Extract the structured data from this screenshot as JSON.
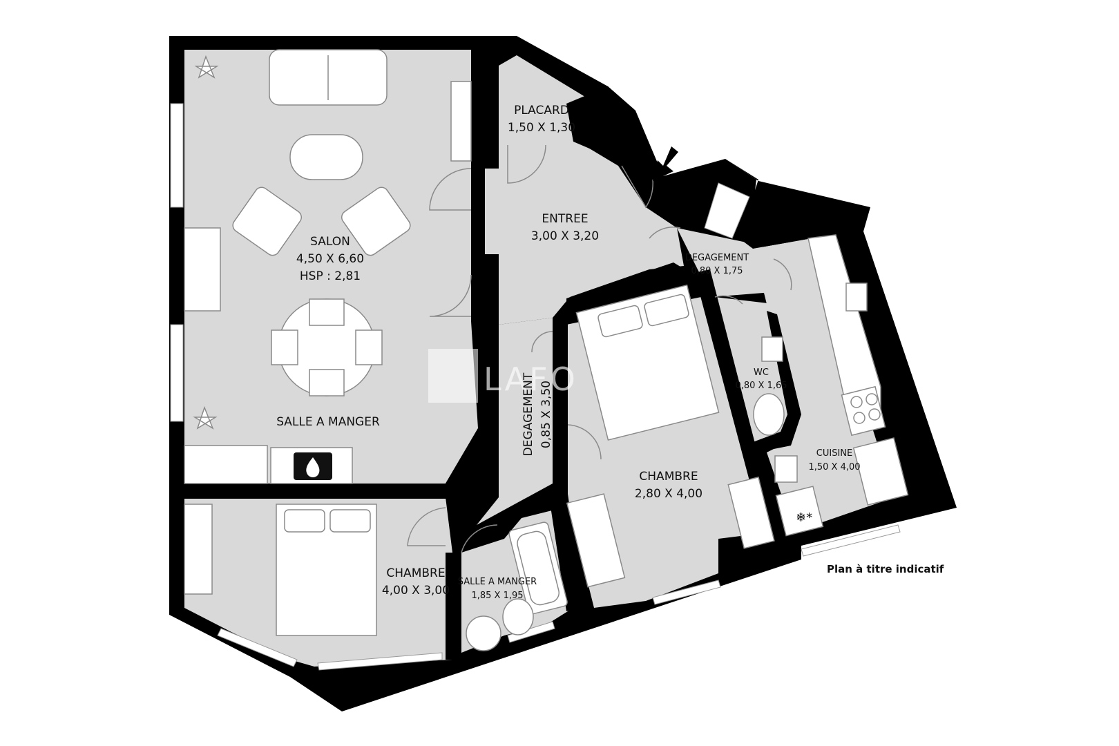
{
  "colors": {
    "wall": "#000000",
    "floor": "#d9d9d9",
    "furniture": "#ffffff",
    "furniture_stroke": "#8a8a8a"
  },
  "watermark": {
    "text": "LAFO"
  },
  "note": "Plan à titre indicatif",
  "rooms": {
    "salon": {
      "name": "SALON",
      "dims": "4,50 X 6,60",
      "extra": "HSP : 2,81"
    },
    "salle_a_manger": {
      "name": "SALLE A MANGER"
    },
    "placard": {
      "name": "PLACARD",
      "dims": "1,50 X 1,30"
    },
    "entree": {
      "name": "ENTREE",
      "dims": "3,00 X 3,20"
    },
    "degagement_1": {
      "name": "DEGAGEMENT",
      "dims": "0,80 X 1,75"
    },
    "degagement_2": {
      "name": "DEGAGEMENT",
      "dims": "0,85 X 3,50"
    },
    "wc": {
      "name": "WC",
      "dims": "0,80 X 1,65"
    },
    "cuisine": {
      "name": "CUISINE",
      "dims": "1,50 X 4,00"
    },
    "chambre_1": {
      "name": "CHAMBRE",
      "dims": "2,80 X 4,00"
    },
    "chambre_2": {
      "name": "CHAMBRE",
      "dims": "4,00 X 3,00"
    },
    "salle_a_manger_2": {
      "name": "SALLE A MANGER",
      "dims": "1,85 X 1,95"
    }
  }
}
